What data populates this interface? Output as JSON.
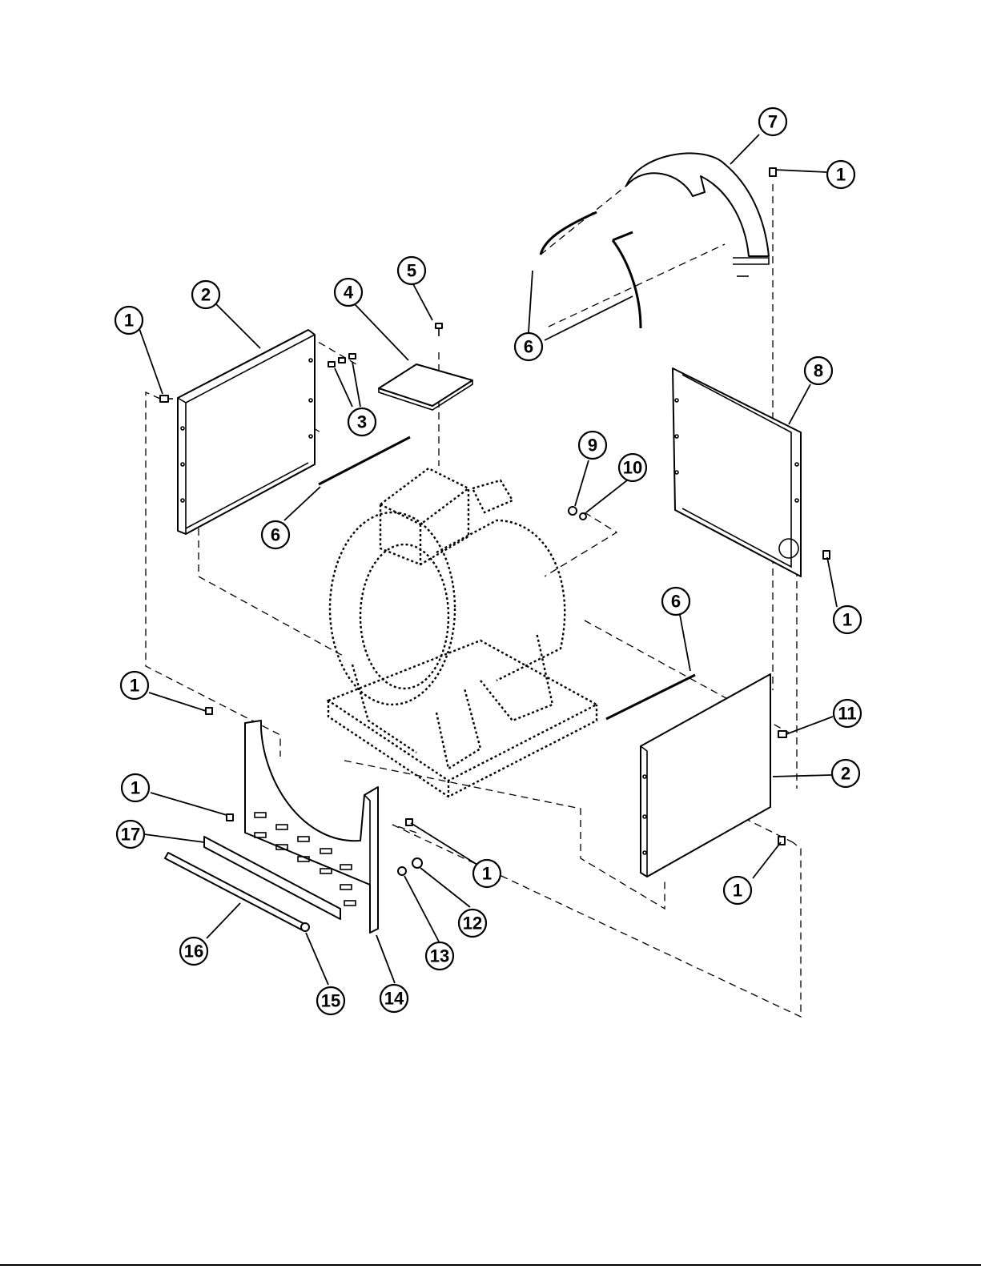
{
  "diagram": {
    "callouts": [
      {
        "id": "c-1a",
        "label": "1"
      },
      {
        "id": "c-2a",
        "label": "2"
      },
      {
        "id": "c-3",
        "label": "3"
      },
      {
        "id": "c-4",
        "label": "4"
      },
      {
        "id": "c-5",
        "label": "5"
      },
      {
        "id": "c-6a",
        "label": "6"
      },
      {
        "id": "c-6b",
        "label": "6"
      },
      {
        "id": "c-6c",
        "label": "6"
      },
      {
        "id": "c-7",
        "label": "7"
      },
      {
        "id": "c-1b",
        "label": "1"
      },
      {
        "id": "c-8",
        "label": "8"
      },
      {
        "id": "c-9",
        "label": "9"
      },
      {
        "id": "c-10",
        "label": "10"
      },
      {
        "id": "c-1c",
        "label": "1"
      },
      {
        "id": "c-1d",
        "label": "1"
      },
      {
        "id": "c-1e",
        "label": "1"
      },
      {
        "id": "c-17",
        "label": "17"
      },
      {
        "id": "c-16",
        "label": "16"
      },
      {
        "id": "c-15",
        "label": "15"
      },
      {
        "id": "c-14",
        "label": "14"
      },
      {
        "id": "c-13",
        "label": "13"
      },
      {
        "id": "c-12",
        "label": "12"
      },
      {
        "id": "c-1f",
        "label": "1"
      },
      {
        "id": "c-11",
        "label": "11"
      },
      {
        "id": "c-2b",
        "label": "2"
      },
      {
        "id": "c-1g",
        "label": "1"
      }
    ]
  }
}
